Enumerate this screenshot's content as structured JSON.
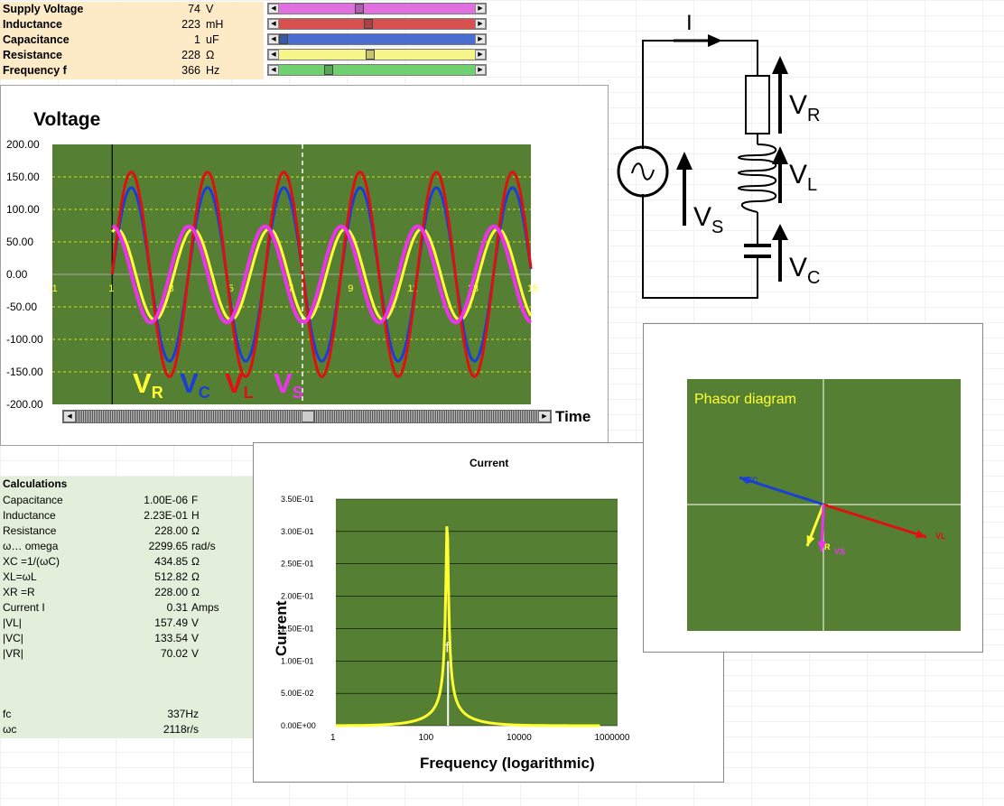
{
  "params": [
    {
      "label": "Supply Voltage",
      "value": "74",
      "unit": "V",
      "slider_color": "#e070e0",
      "thumb_fraction": 0.4
    },
    {
      "label": "Inductance",
      "value": "223",
      "unit": "mH",
      "slider_color": "#d85050",
      "thumb_fraction": 0.45
    },
    {
      "label": "Capacitance",
      "value": "1",
      "unit": "uF",
      "slider_color": "#4a6ed0",
      "thumb_fraction": 0.0
    },
    {
      "label": "Resistance",
      "value": "228",
      "unit": "Ω",
      "slider_color": "#f5f58a",
      "thumb_fraction": 0.46
    },
    {
      "label": "Frequency f",
      "value": "366",
      "unit": "Hz",
      "slider_color": "#6fd06f",
      "thumb_fraction": 0.24
    }
  ],
  "voltage_chart": {
    "title": "Voltage",
    "y_ticks": [
      "200.00",
      "150.00",
      "100.00",
      "50.00",
      "0.00",
      "-50.00",
      "-100.00",
      "-150.00",
      "-200.00"
    ],
    "x_ticks": [
      "-1",
      "1",
      "3",
      "5",
      "7",
      "9",
      "11",
      "13",
      "15"
    ],
    "x_axis_label": "Time",
    "legend": [
      {
        "main": "V",
        "sub": "R",
        "color": "#ffff33"
      },
      {
        "main": "V",
        "sub": "C",
        "color": "#1a3fd6"
      },
      {
        "main": "V",
        "sub": "L",
        "color": "#e01010"
      },
      {
        "main": "V",
        "sub": "S",
        "color": "#ee33ee"
      }
    ],
    "plot_bg": "#558033",
    "scrollbar_fraction": 0.5
  },
  "circuit": {
    "current_label": "I",
    "labels": [
      {
        "main": "V",
        "sub": "R"
      },
      {
        "main": "V",
        "sub": "L"
      },
      {
        "main": "V",
        "sub": "S"
      },
      {
        "main": "V",
        "sub": "C"
      }
    ]
  },
  "calculations": {
    "title": "Calculations",
    "rows": [
      {
        "label": "Capacitance",
        "value": "1.00E-06",
        "unit": "F"
      },
      {
        "label": "Inductance",
        "value": "2.23E-01",
        "unit": "H"
      },
      {
        "label": "Resistance",
        "value": "228.00",
        "unit": "Ω"
      },
      {
        "label": "ω… omega",
        "value": "2299.65",
        "unit": "rad/s"
      },
      {
        "label": "XC =1/(ωC)",
        "value": "434.85",
        "unit": "Ω"
      },
      {
        "label": "XL=ωL",
        "value": "512.82",
        "unit": "Ω"
      },
      {
        "label": "XR =R",
        "value": "228.00",
        "unit": "Ω"
      },
      {
        "label": "Current I",
        "value": "0.31",
        "unit": "Amps"
      },
      {
        "label": "|VL|",
        "value": "157.49",
        "unit": "V"
      },
      {
        "label": "|VC|",
        "value": "133.54",
        "unit": "V"
      },
      {
        "label": "|VR|",
        "value": "70.02",
        "unit": "V"
      }
    ],
    "extra": [
      {
        "label": "fc",
        "value": "337Hz"
      },
      {
        "label": "ωc",
        "value": "2118r/s"
      }
    ]
  },
  "current_chart": {
    "title": "Current",
    "ylabel": "Current",
    "xlabel": "Frequency (logarithmic)",
    "y_ticks": [
      "3.50E-01",
      "3.00E-01",
      "2.50E-01",
      "2.00E-01",
      "1.50E-01",
      "1.00E-01",
      "5.00E-02",
      "0.00E+00"
    ],
    "x_ticks": [
      "1",
      "100",
      "10000",
      "1000000"
    ],
    "marker_label": "f",
    "resonance_frequency_hz": 337,
    "peak_current": 0.32,
    "plot_bg": "#558033"
  },
  "phasor": {
    "title": "Phasor diagram",
    "labels": [
      "VC",
      "VL",
      "VR",
      "VS"
    ],
    "plot_bg": "#558033"
  },
  "chart_data": [
    {
      "type": "line",
      "title": "Voltage",
      "xlabel": "Time",
      "ylabel": "",
      "ylim": [
        -200,
        200
      ],
      "xlim": [
        -1,
        15
      ],
      "series": [
        {
          "name": "VR",
          "amplitude": 70.02,
          "color": "#ffff33"
        },
        {
          "name": "VC",
          "amplitude": 133.54,
          "color": "#1a3fd6"
        },
        {
          "name": "VL",
          "amplitude": 157.49,
          "color": "#e01010"
        },
        {
          "name": "VS",
          "amplitude": 74,
          "color": "#ee33ee"
        }
      ]
    },
    {
      "type": "line",
      "title": "Current",
      "xlabel": "Frequency (logarithmic)",
      "ylabel": "Current",
      "ylim": [
        0,
        0.35
      ],
      "x_scale": "log",
      "x": [
        1,
        10,
        30,
        100,
        200,
        300,
        337,
        400,
        600,
        1000,
        3000,
        10000,
        100000,
        1000000
      ],
      "values": [
        0.0002,
        0.0016,
        0.005,
        0.018,
        0.045,
        0.14,
        0.32,
        0.17,
        0.05,
        0.025,
        0.007,
        0.002,
        0.0002,
        2e-05
      ]
    }
  ]
}
